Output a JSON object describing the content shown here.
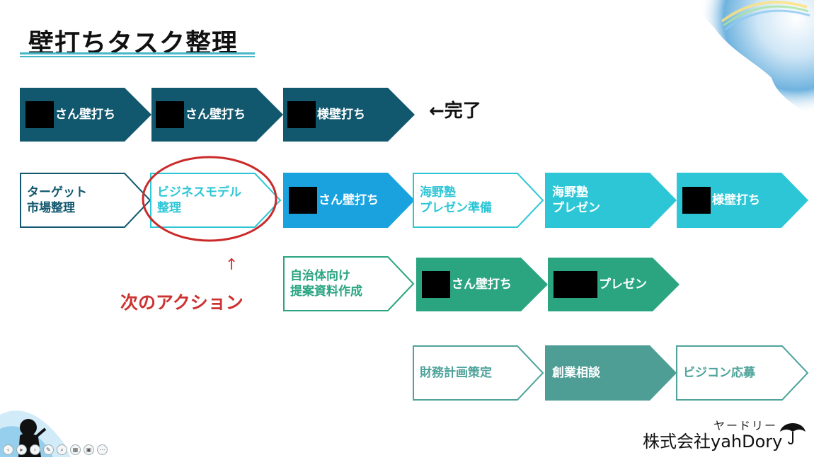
{
  "slide": {
    "title": "壁打ちタスク整理",
    "done_label": "←完了",
    "up_arrow": "↑",
    "next_action_label": "次のアクション"
  },
  "row1": [
    {
      "text": "さん壁打ち",
      "color": "#11586e",
      "redact": true
    },
    {
      "text": "さん壁打ち",
      "color": "#11586e",
      "redact": true
    },
    {
      "text": "様壁打ち",
      "color": "#11586e",
      "redact": true
    }
  ],
  "row2": [
    {
      "text": "ターゲット\n市場整理",
      "style": "outline",
      "color": "#11586e"
    },
    {
      "text": "ビジネスモデル\n整理",
      "style": "outline",
      "color": "#2cc6d6"
    },
    {
      "text": "さん壁打ち",
      "color": "#1aa2df",
      "redact": true
    },
    {
      "text": "海野塾\nプレゼン準備",
      "style": "outline",
      "color": "#2cc6d6"
    },
    {
      "text": "海野塾\nプレゼン",
      "color": "#2cc6d6"
    },
    {
      "text": "様壁打ち",
      "color": "#2cc6d6",
      "redact": true
    }
  ],
  "row3": [
    {
      "text": "自治体向け\n提案資料作成",
      "style": "outline",
      "color": "#2aa580"
    },
    {
      "text": "さん壁打ち",
      "color": "#2aa580",
      "redact": true
    },
    {
      "text": "プレゼン",
      "color": "#2aa580",
      "redact": true
    }
  ],
  "row4": [
    {
      "text": "財務計画策定",
      "style": "outline",
      "color": "#4fa39b"
    },
    {
      "text": "創業相談",
      "color": "#4f9e96"
    },
    {
      "text": "ビジコン応募",
      "style": "outline",
      "color": "#4fa39b"
    }
  ],
  "logo": {
    "kana": "ヤードリー",
    "company": "株式会社yahDory"
  },
  "toolbar_icons": [
    "prev-icon",
    "play-icon",
    "next-icon",
    "pen-icon",
    "zoom-icon",
    "grid-icon",
    "camera-icon",
    "more-icon"
  ]
}
